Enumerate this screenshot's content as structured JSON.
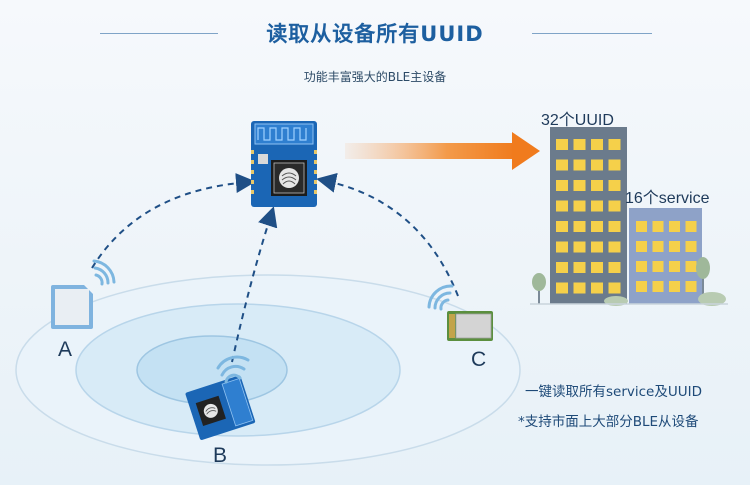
{
  "title": "读取从设备所有UUID",
  "subtitle": "功能丰富强大的BLE主设备",
  "devices": {
    "a_label": "A",
    "b_label": "B",
    "c_label": "C"
  },
  "buildings": {
    "uuid_label": "32个UUID",
    "service_label": "16个service"
  },
  "notes": {
    "line1": "一键读取所有service及UUID",
    "line2": "*支持市面上大部分BLE从设备"
  },
  "colors": {
    "accent": "#1d5fa0",
    "arrow": "#f07b1d",
    "dashed": "#1f4f86",
    "window": "#f5d04a"
  }
}
